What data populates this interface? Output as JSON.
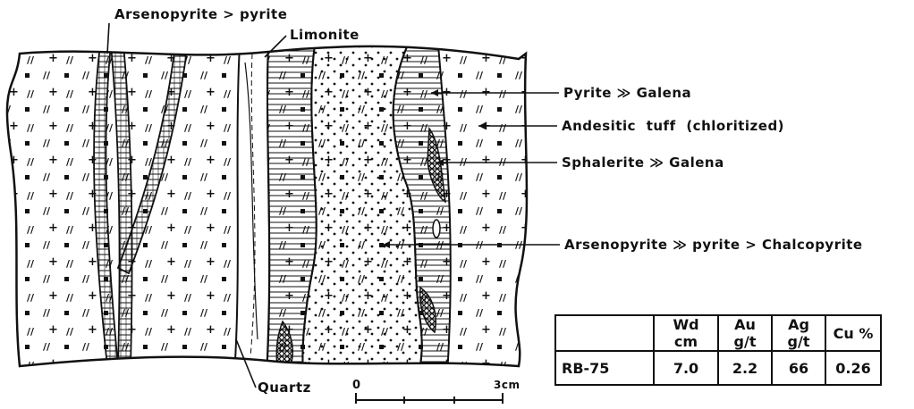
{
  "labels": {
    "arsenopyrite_top": "Arsenopyrite > pyrite",
    "limonite": "Limonite",
    "pyrite_galena": "Pyrite ≫ Galena",
    "andesitic_tuff": "Andesitic tuff (chloritized)",
    "sphalerite_galena": "Sphalerite ≫ Galena",
    "arsenopyrite_chalco": "Arsenopyrite ≫ pyrite > Chalcopyrite",
    "quartz": "Quartz"
  },
  "scale_bar": {
    "start": "0",
    "end": "3cm"
  },
  "table": {
    "headers": [
      "",
      "Wd cm",
      "Au g/t",
      "Ag g/t",
      "Cu %"
    ],
    "rows": [
      [
        "RB-75",
        "7.0",
        "2.2",
        "66",
        "0.26"
      ]
    ]
  }
}
